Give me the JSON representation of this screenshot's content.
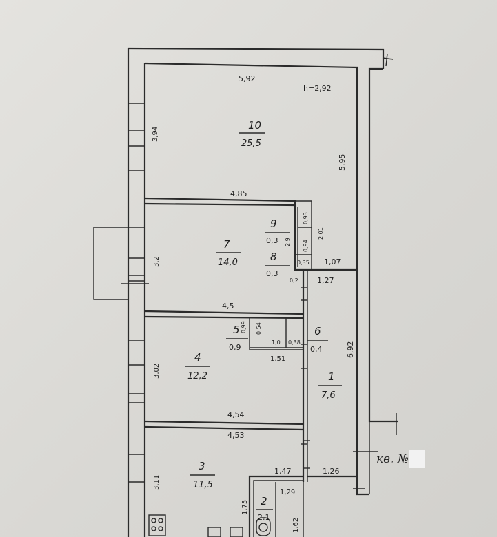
{
  "ceiling_height": "h=2,92",
  "apartment_label": "кв. №",
  "rooms": [
    {
      "number": "10",
      "area": "25,5"
    },
    {
      "number": "7",
      "area": "14,0"
    },
    {
      "number": "9",
      "area": "0,3"
    },
    {
      "number": "8",
      "area": "0,3"
    },
    {
      "number": "5",
      "area": "0,9"
    },
    {
      "number": "6",
      "area": "0,4"
    },
    {
      "number": "4",
      "area": "12,2"
    },
    {
      "number": "1",
      "area": "7,6"
    },
    {
      "number": "3",
      "area": "11,5"
    },
    {
      "number": "2",
      "area": "2,1"
    }
  ],
  "dimensions": {
    "top": "5,92",
    "right_room10": "5,95",
    "left_room10": "3,94",
    "room7_top": "4,85",
    "left_room7": "3,2",
    "room4_top": "4,5",
    "left_room4": "3,02",
    "corridor_width_a": "1,07",
    "corridor_width_b": "1,27",
    "corridor_wall": "0,2",
    "corridor_length": "6,92",
    "room3_top_a": "4,54",
    "room3_top_b": "4,53",
    "left_room3": "3,11",
    "bath_top": "1,47",
    "corridor_bottom": "1,26",
    "bath_inner": "1,29",
    "bath_side": "1,75",
    "bath_small": "1,62",
    "room5_a": "0,99",
    "room5_b": "0,54",
    "room5_c": "1,0",
    "room5_d": "0,38",
    "room5_bottom": "1,51",
    "closet_top": "0,93",
    "closet_side": "2,01",
    "closet_a": "0,94",
    "closet_b": "0,35",
    "closet_c": "2,9"
  }
}
